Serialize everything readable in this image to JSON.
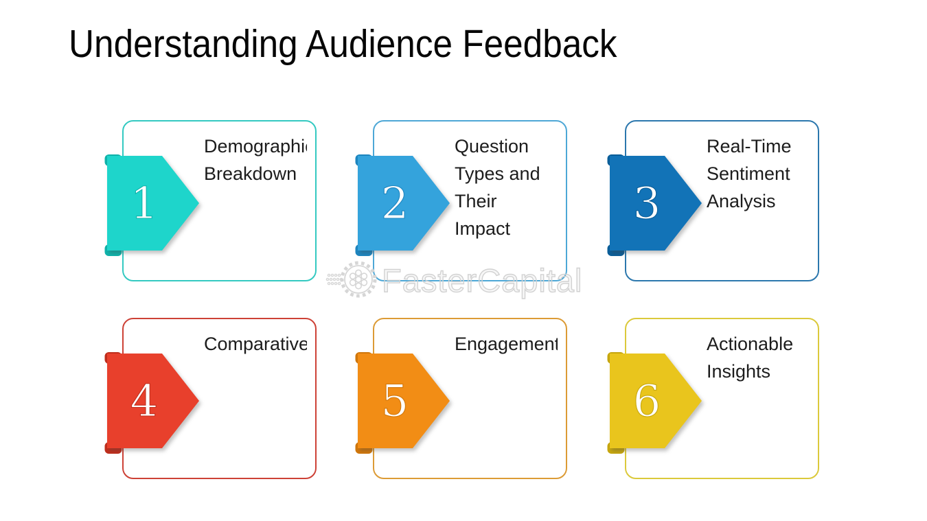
{
  "title": "Understanding Audience Feedback",
  "watermark": {
    "text": "FasterCapital",
    "logo": "gear-icon"
  },
  "cards": [
    {
      "number": "1",
      "label": "Demographic Breakdown",
      "lines": [
        "Demographic",
        "Breakdown"
      ],
      "fill": "#1ed5cb",
      "fold": "#0fb3ab",
      "border": "#33c9c1"
    },
    {
      "number": "2",
      "label": "Question Types and Their Impact",
      "lines": [
        "Question",
        "Types and",
        "Their",
        "Impact"
      ],
      "fill": "#34a3dc",
      "fold": "#1d86c0",
      "border": "#4da7d6"
    },
    {
      "number": "3",
      "label": "Real-Time Sentiment Analysis",
      "lines": [
        "Real-Time",
        "Sentiment",
        "Analysis"
      ],
      "fill": "#1273b7",
      "fold": "#0a5e99",
      "border": "#2b77ad"
    },
    {
      "number": "4",
      "label": "Comparative",
      "lines": [
        "Comparative"
      ],
      "fill": "#e8402c",
      "fold": "#c02e1c",
      "border": "#cd4136"
    },
    {
      "number": "5",
      "label": "Engagement",
      "lines": [
        "Engagement"
      ],
      "fill": "#f28d15",
      "fold": "#d1770b",
      "border": "#dc9b35"
    },
    {
      "number": "6",
      "label": "Actionable Insights",
      "lines": [
        "Actionable",
        "Insights"
      ],
      "fill": "#e9c51d",
      "fold": "#c7a70e",
      "border": "#dbc93b"
    }
  ]
}
